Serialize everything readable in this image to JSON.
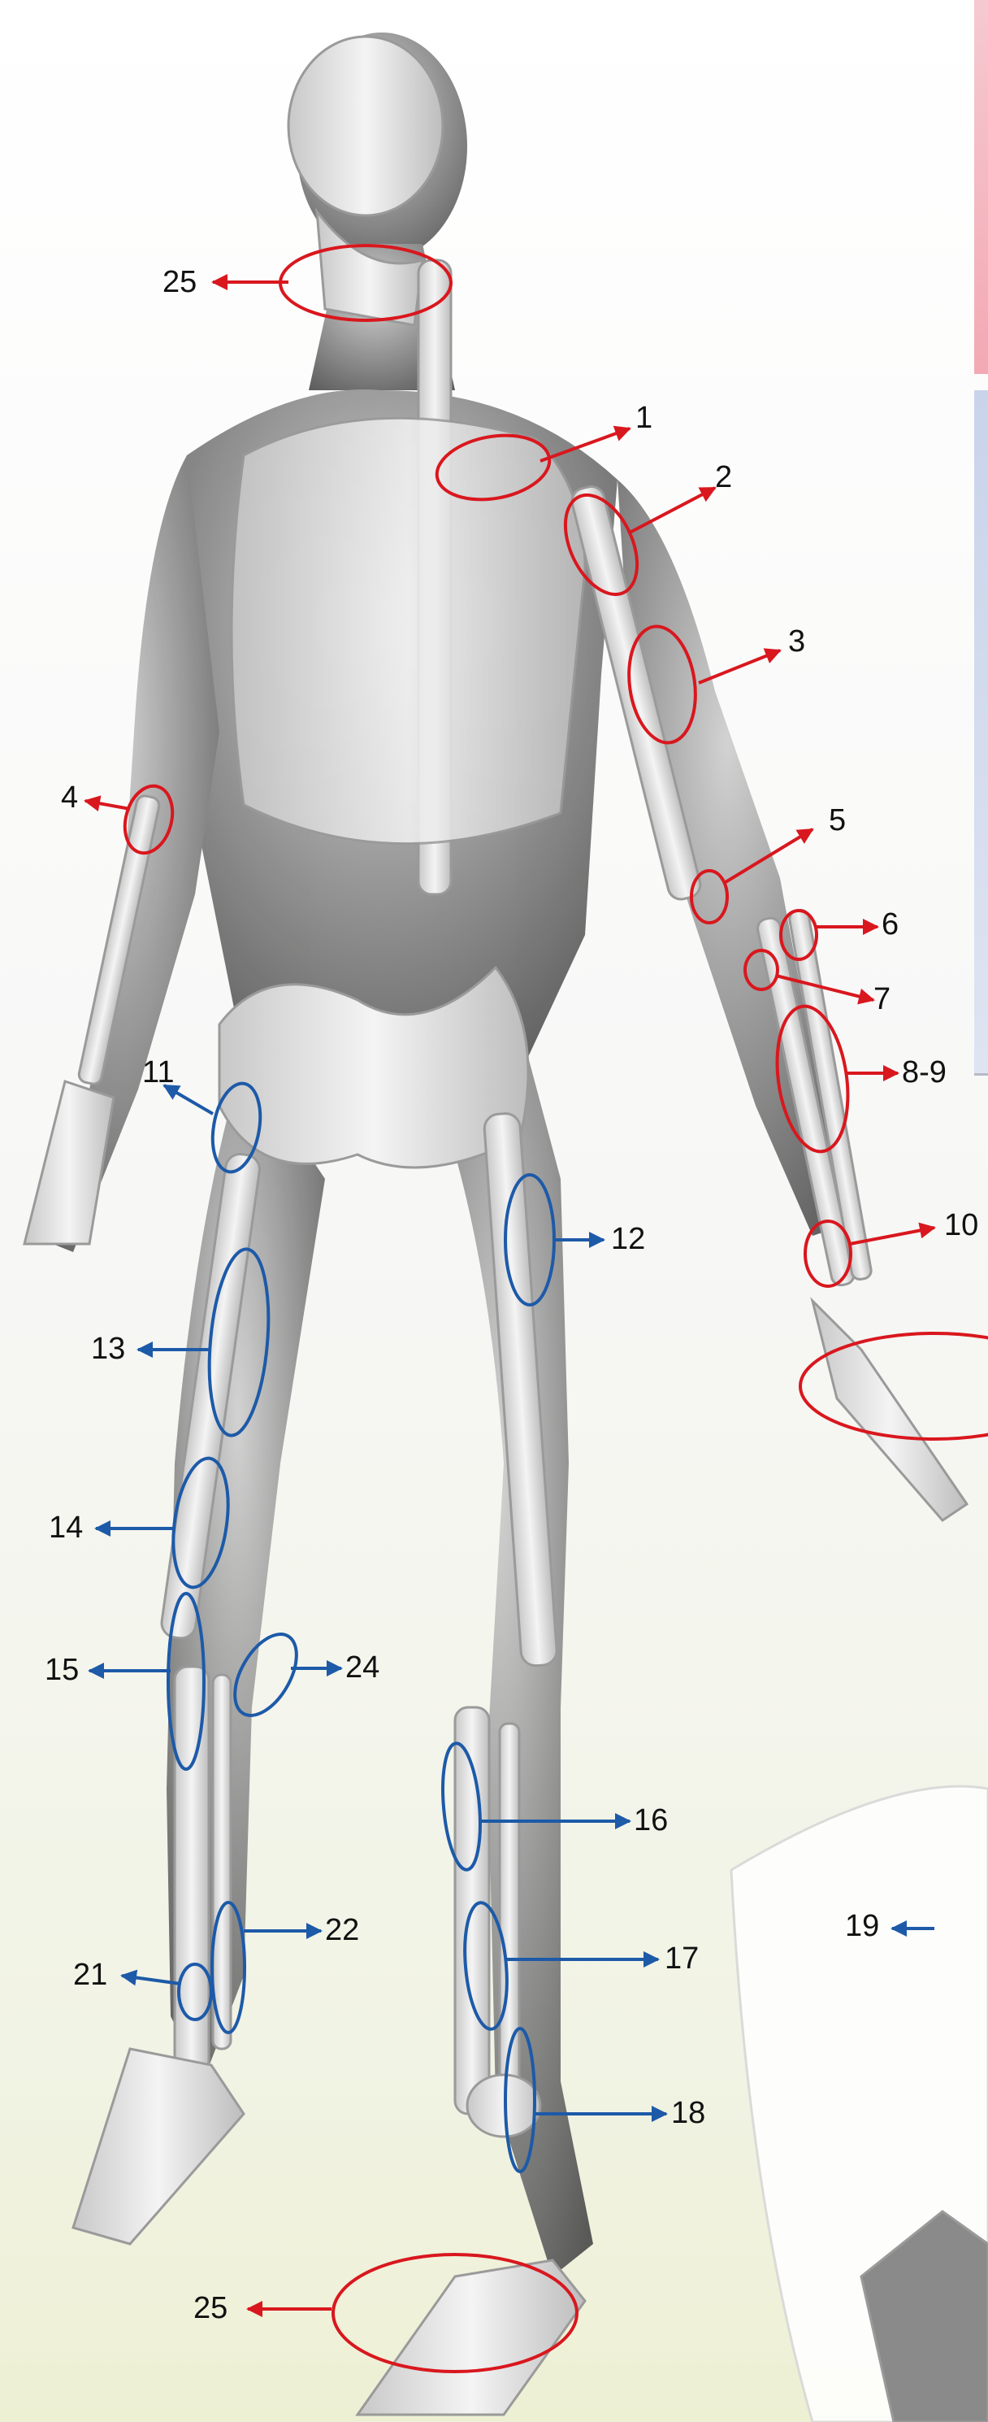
{
  "colors": {
    "upper_marker": "#d9171e",
    "lower_marker": "#1d5aa8",
    "label_text": "#111111"
  },
  "callouts": [
    {
      "label": "1",
      "group": "upper"
    },
    {
      "label": "2",
      "group": "upper"
    },
    {
      "label": "3",
      "group": "upper"
    },
    {
      "label": "4",
      "group": "upper"
    },
    {
      "label": "5",
      "group": "upper"
    },
    {
      "label": "6",
      "group": "upper"
    },
    {
      "label": "7",
      "group": "upper"
    },
    {
      "label": "8-9",
      "group": "upper"
    },
    {
      "label": "10",
      "group": "upper"
    },
    {
      "label": "11",
      "group": "lower"
    },
    {
      "label": "12",
      "group": "lower"
    },
    {
      "label": "13",
      "group": "lower"
    },
    {
      "label": "14",
      "group": "lower"
    },
    {
      "label": "15",
      "group": "lower"
    },
    {
      "label": "16",
      "group": "lower"
    },
    {
      "label": "17",
      "group": "lower"
    },
    {
      "label": "18",
      "group": "lower"
    },
    {
      "label": "19",
      "group": "lower"
    },
    {
      "label": "21",
      "group": "lower"
    },
    {
      "label": "22",
      "group": "lower"
    },
    {
      "label": "24",
      "group": "lower"
    },
    {
      "label": "25",
      "group": "upper"
    },
    {
      "label": "25",
      "group": "upper"
    }
  ]
}
